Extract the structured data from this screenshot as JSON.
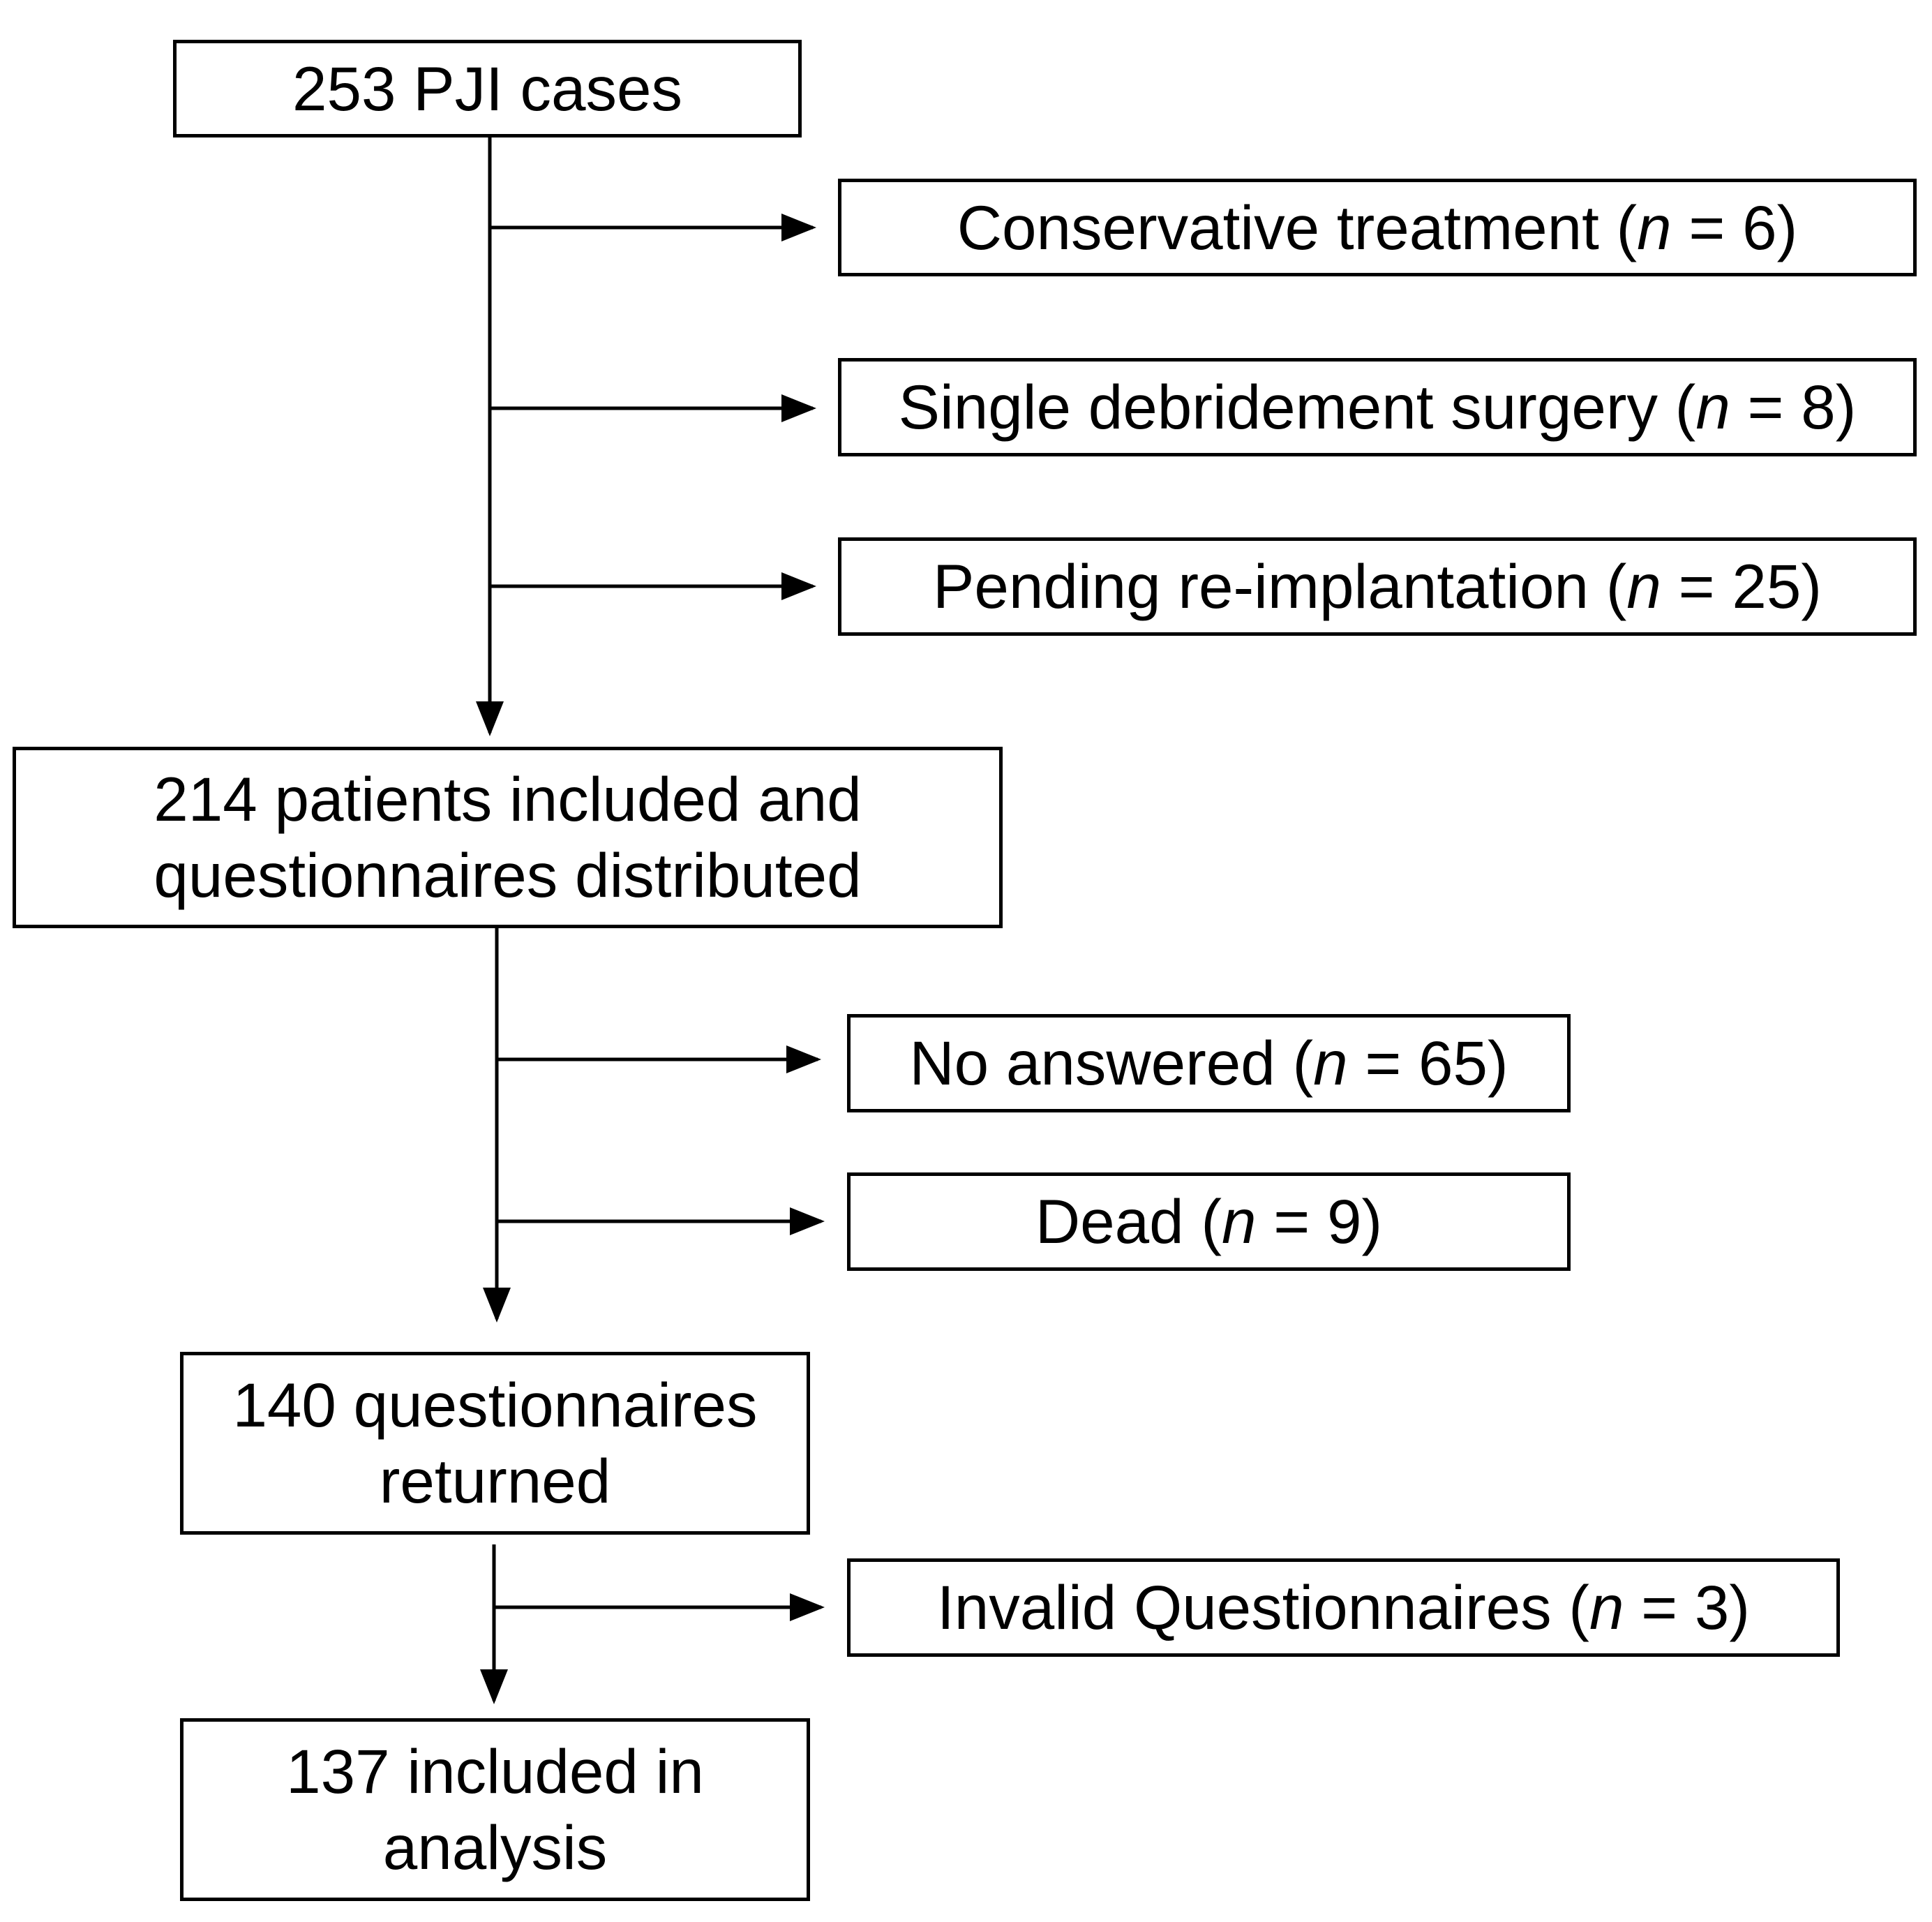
{
  "flowchart": {
    "boxes": {
      "total_cases": {
        "line1": "253 PJI cases"
      },
      "conservative": {
        "prefix": "Conservative treatment (",
        "n": "n",
        "suffix": " = 6)"
      },
      "single_debridement": {
        "prefix": "Single debridement surgery (",
        "n": "n",
        "suffix": " = 8)"
      },
      "pending_reimplant": {
        "prefix": "Pending re-implantation (",
        "n": "n",
        "suffix": " = 25)"
      },
      "included_distributed": {
        "line1": "214 patients included and",
        "line2": "questionnaires distributed"
      },
      "no_answered": {
        "prefix": "No answered (",
        "n": "n",
        "suffix": " = 65)"
      },
      "dead": {
        "prefix": "Dead (",
        "n": "n",
        "suffix": " = 9)"
      },
      "returned": {
        "line1": "140 questionnaires",
        "line2": "returned"
      },
      "invalid": {
        "prefix": "Invalid Questionnaires (",
        "n": "n",
        "suffix": " = 3)"
      },
      "analysis": {
        "line1": "137 included in",
        "line2": "analysis"
      }
    }
  }
}
